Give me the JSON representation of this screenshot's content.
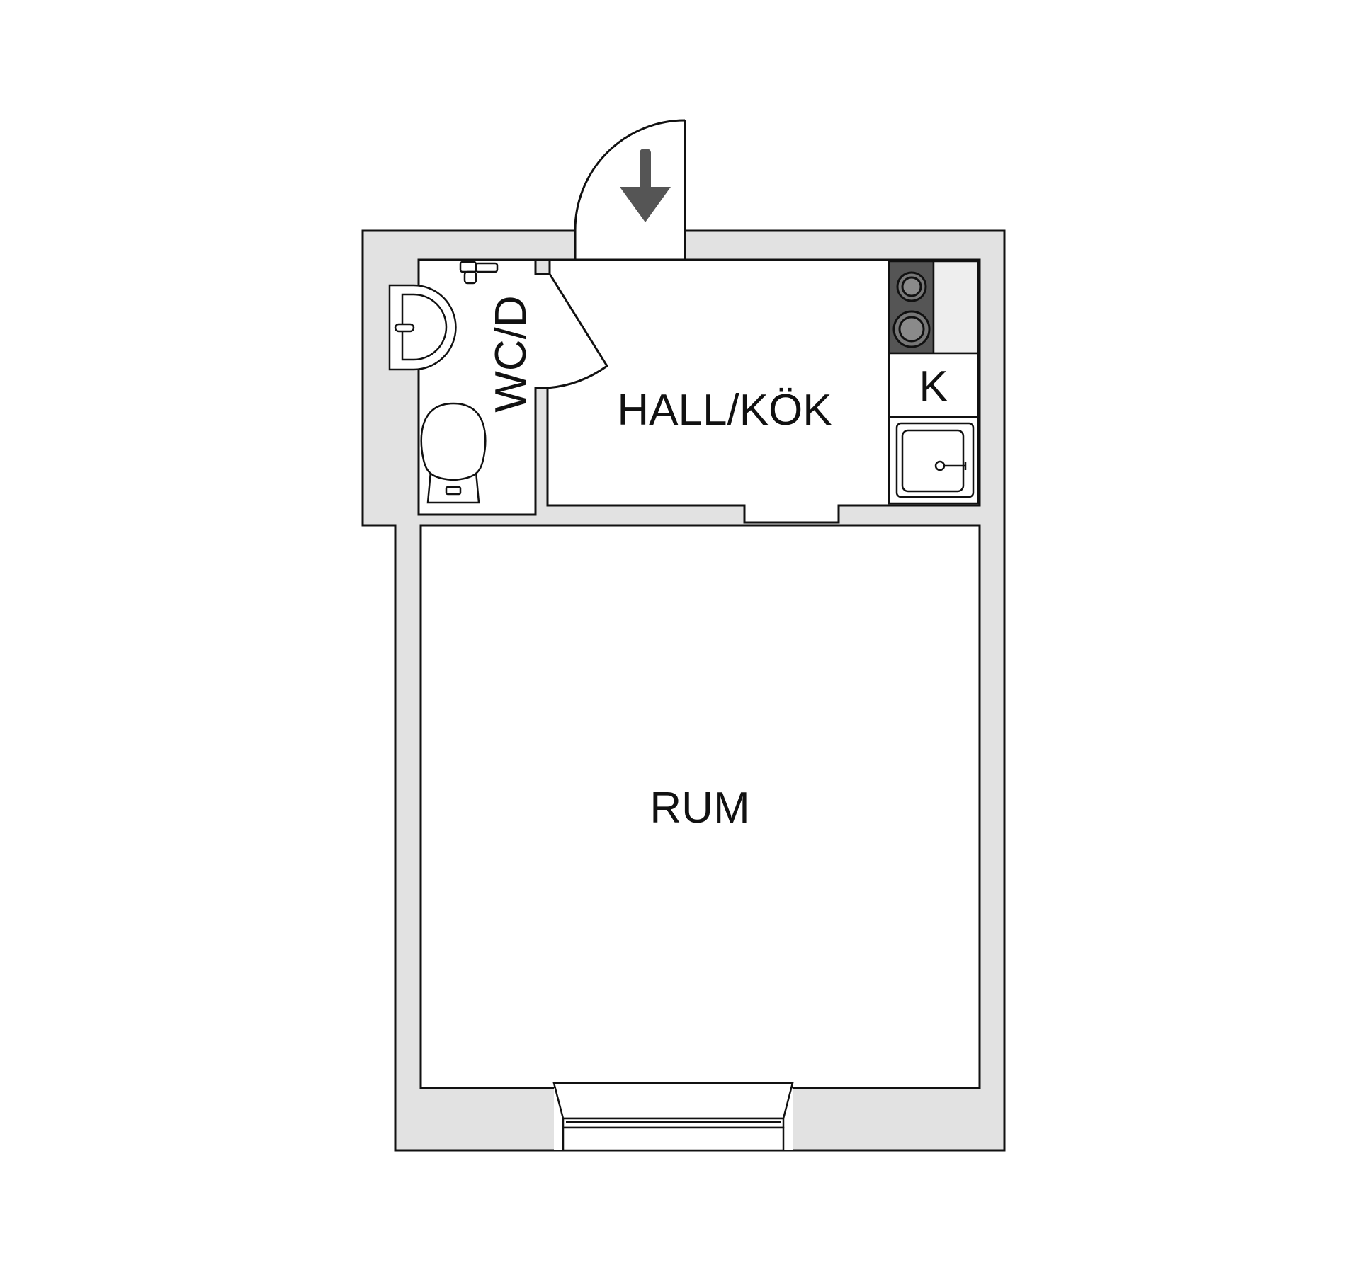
{
  "rooms": {
    "wc_d": "WC/D",
    "hall_kok": "HALL/KÖK",
    "kitchen_k": "K",
    "rum": "RUM"
  },
  "entrance": {
    "icon": "down-arrow-icon"
  },
  "colors": {
    "wall_fill": "#e2e2e2",
    "outline": "#111111",
    "stove_fill": "#555555",
    "arrow": "#555555",
    "counter_fill": "#eeeeee",
    "background": "#ffffff"
  }
}
